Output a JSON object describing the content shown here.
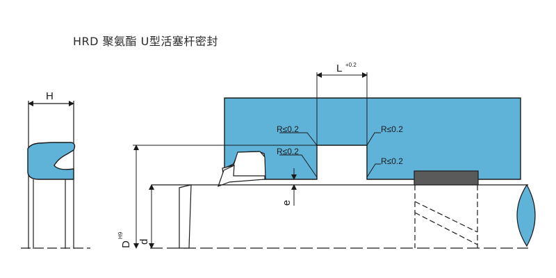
{
  "title": "HRD 聚氨酯 U型活塞杆密封",
  "labels": {
    "H": "H",
    "L": "L",
    "L_tol": "+0.2",
    "radius": "R≤0.2",
    "e": "e",
    "D": "D",
    "D_tol": "H9",
    "d": "d"
  },
  "colors": {
    "housing": "#5fb3d8",
    "seal": "#5fb3d8",
    "wiper": "#5a5a5a",
    "line": "#1a1a1a"
  }
}
